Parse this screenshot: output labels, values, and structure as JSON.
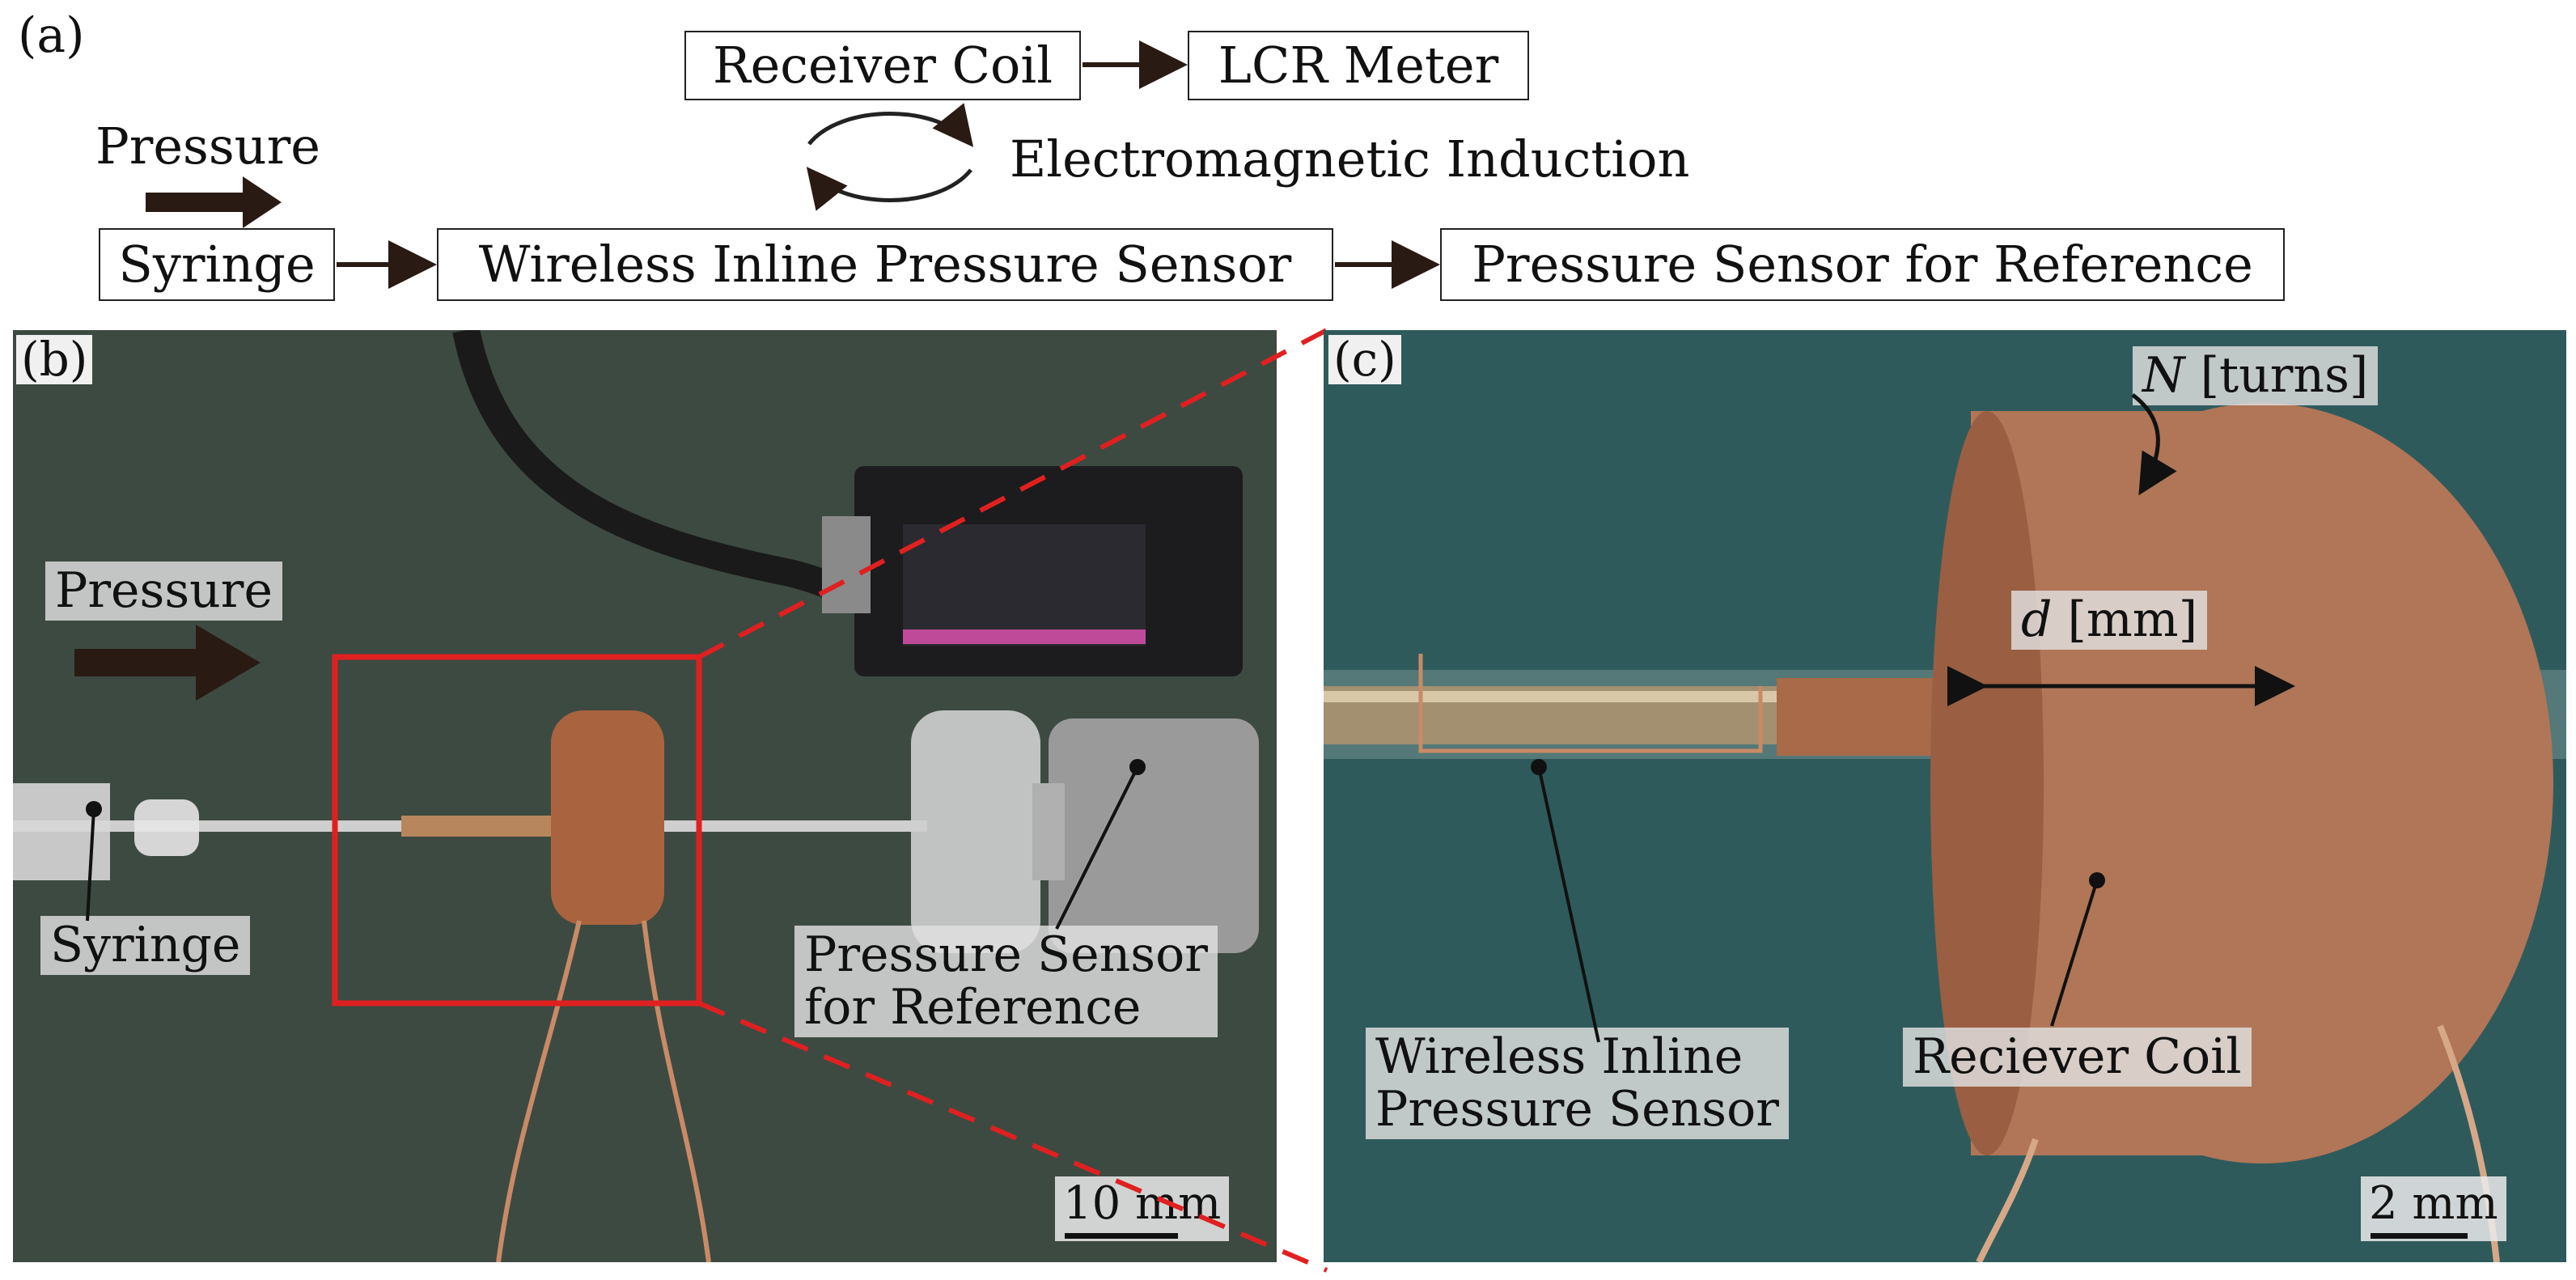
{
  "panel_a": {
    "label": "(a)",
    "receiver_coil": "Receiver Coil",
    "lcr_meter": "LCR Meter",
    "pressure": "Pressure",
    "induction": "Electromagnetic Induction",
    "syringe": "Syringe",
    "sensor": "Wireless Inline Pressure Sensor",
    "reference": "Pressure Sensor for Reference"
  },
  "panel_b": {
    "label": "(b)",
    "pressure": "Pressure",
    "syringe": "Syringe",
    "reference_line1": "Pressure Sensor",
    "reference_line2": "for Reference",
    "scale": "10 mm"
  },
  "panel_c": {
    "label": "(c)",
    "turns_var": "N",
    "turns_unit": "[turns]",
    "diam_var": "d",
    "diam_unit": "[mm]",
    "sensor_line1": "Wireless Inline",
    "sensor_line2": "Pressure Sensor",
    "coil": "Reciever Coil",
    "scale": "2 mm"
  },
  "colors": {
    "highlight": "#e02020",
    "background_b": "#3d4a42",
    "background_c": "#2f5a5c",
    "copper": "#c98a66"
  }
}
